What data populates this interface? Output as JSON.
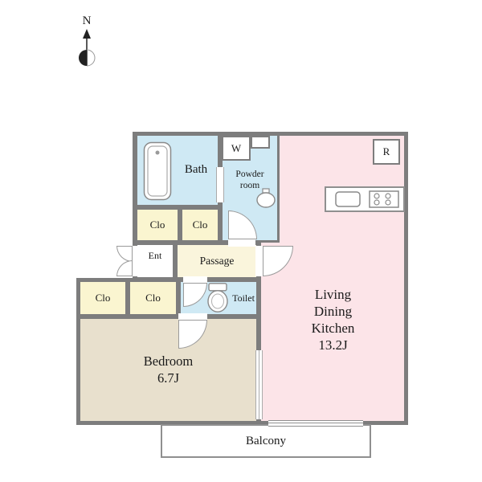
{
  "compass": {
    "label": "N"
  },
  "rooms": {
    "bath": {
      "label": "Bath"
    },
    "washer_space": {
      "label": "W"
    },
    "powder_room": {
      "line1": "Powder",
      "line2": "room"
    },
    "refrigerator_space": {
      "label": "R"
    },
    "living_dining_kitchen": {
      "line1": "Living",
      "line2": "Dining",
      "line3": "Kitchen",
      "size": "13.2J"
    },
    "closet_hall_left": {
      "label": "Clo"
    },
    "closet_hall_right": {
      "label": "Clo"
    },
    "entrance": {
      "label": "Ent"
    },
    "passage": {
      "label": "Passage"
    },
    "closet_bedroom_left": {
      "label": "Clo"
    },
    "closet_bedroom_right": {
      "label": "Clo"
    },
    "toilet": {
      "label": "Toilet"
    },
    "bedroom": {
      "label": "Bedroom",
      "size": "6.7J"
    },
    "balcony": {
      "label": "Balcony"
    }
  },
  "icons": {
    "north_arrow": "north-arrow-icon",
    "bathtub": "bathtub-icon",
    "washbasin": "washbasin-icon",
    "toilet_fixture": "toilet-icon",
    "kitchen_sink": "kitchen-sink-icon",
    "stove": "stove-icon"
  },
  "colors": {
    "wall": "#7d7d7d",
    "wet_area": "#cfe9f4",
    "ldk": "#fce4e8",
    "bedroom": "#e8e0cd",
    "closet": "#faf5d0",
    "passage": "#faf5dc",
    "outline_light": "#8f8f8f"
  }
}
